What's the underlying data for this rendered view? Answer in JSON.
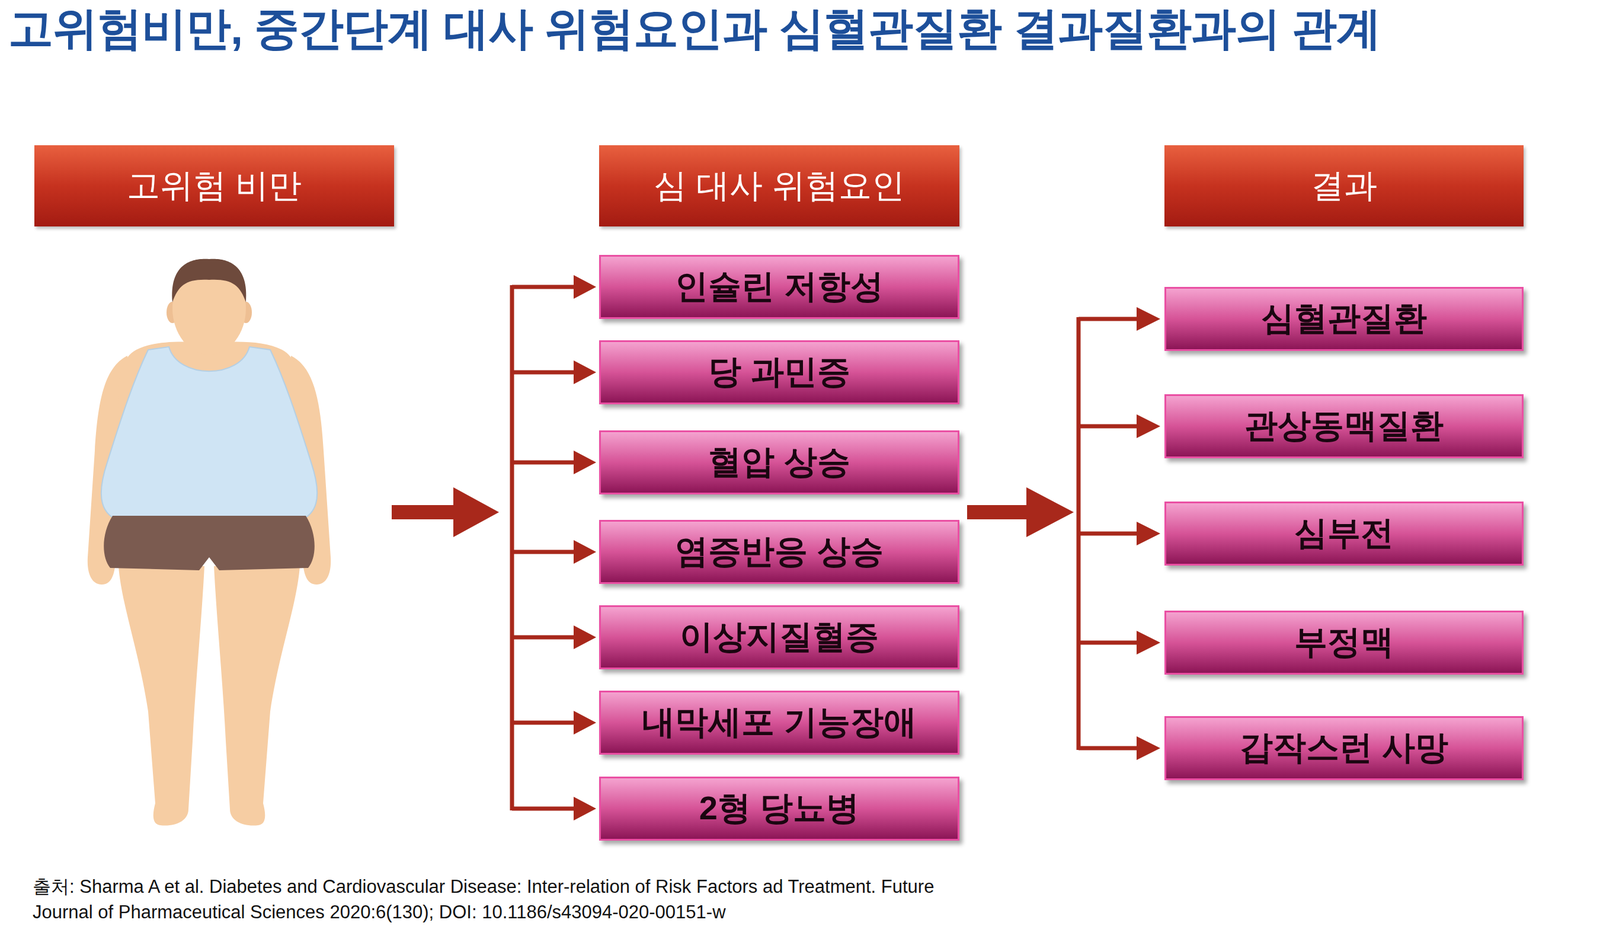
{
  "diagram": {
    "title": "고위험비만, 중간단계 대사 위험요인과 심혈관질환 결과질환과의 관계",
    "caption": "출처: Sharma A et al. Diabetes and Cardiovascular Disease: Inter-relation of Risk Factors ad Treatment. Future Journal of Pharmaceutical Sciences 2020:6(130); DOI: 10.1186/s43094-020-00151-w",
    "nodes": [
      {
        "text": [
          "고위험 비만"
        ]
      },
      {
        "text": [
          "심 대사 위험요인"
        ]
      },
      {
        "text": [
          "결과"
        ]
      },
      {
        "text": [
          "인슐린 저항성"
        ]
      },
      {
        "text": [
          "당 과민증"
        ]
      },
      {
        "text": [
          "혈압 상승"
        ]
      },
      {
        "text": [
          "염증반응 상승"
        ]
      },
      {
        "text": [
          "이상지질혈증"
        ]
      },
      {
        "text": [
          "내막세포 기능장애"
        ]
      },
      {
        "text": [
          "2형 당뇨병"
        ]
      },
      {
        "text": [
          "심혈관질환"
        ]
      },
      {
        "text": [
          "관상동맥질환"
        ]
      },
      {
        "text": [
          "심부전"
        ]
      },
      {
        "text": [
          "부정맥"
        ]
      },
      {
        "text": [
          "갑작스런 사망"
        ]
      }
    ]
  }
}
